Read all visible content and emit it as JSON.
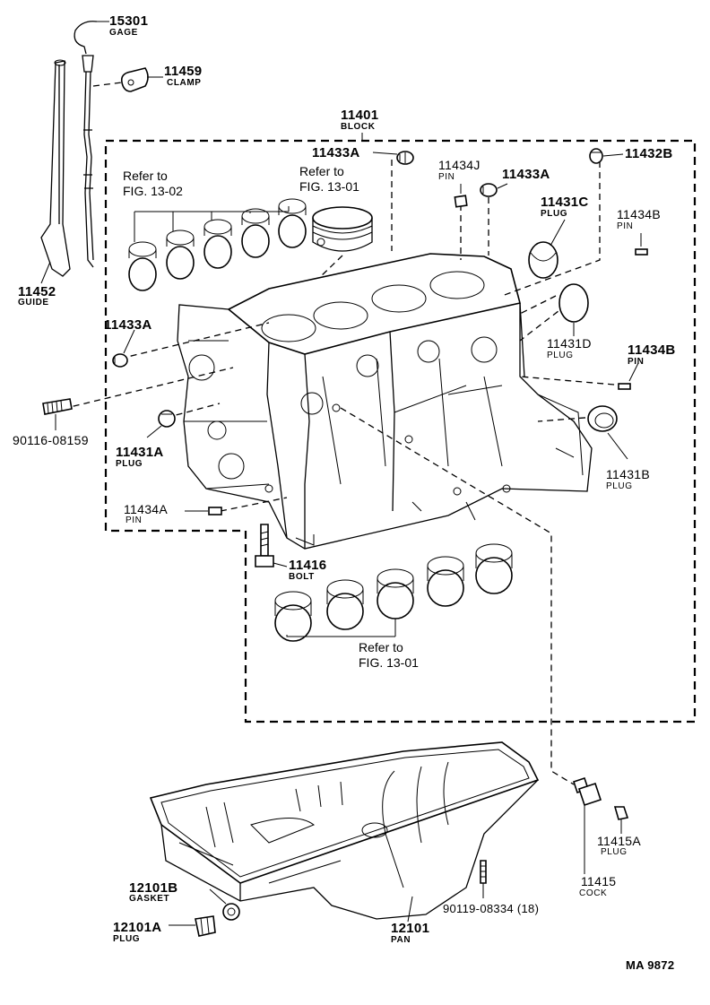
{
  "parts": {
    "p15301": {
      "num": "15301",
      "name": "GAGE"
    },
    "p11459": {
      "num": "11459",
      "name": "CLAMP"
    },
    "p11401": {
      "num": "11401",
      "name": "BLOCK"
    },
    "p11433A_top": {
      "num": "11433A"
    },
    "p11432B": {
      "num": "11432B"
    },
    "p11434J": {
      "num": "11434J",
      "name": "PIN"
    },
    "p11433A_mid": {
      "num": "11433A"
    },
    "p11431C": {
      "num": "11431C",
      "name": "PLUG"
    },
    "p11434B_top": {
      "num": "11434B",
      "name": "PIN"
    },
    "p11452": {
      "num": "11452",
      "name": "GUIDE"
    },
    "p11433A_left": {
      "num": "11433A"
    },
    "p11431D": {
      "num": "11431D",
      "name": "PLUG"
    },
    "p11434B_mid": {
      "num": "11434B",
      "name": "PIN"
    },
    "p90116": {
      "num": "90116-08159"
    },
    "p11431A": {
      "num": "11431A",
      "name": "PLUG"
    },
    "p11431B": {
      "num": "11431B",
      "name": "PLUG"
    },
    "p11434A": {
      "num": "11434A",
      "name": "PIN"
    },
    "p11416": {
      "num": "11416",
      "name": "BOLT"
    },
    "p11415A": {
      "num": "11415A",
      "name": "PLUG"
    },
    "p11415": {
      "num": "11415",
      "name": "COCK"
    },
    "p12101B": {
      "num": "12101B",
      "name": "GASKET"
    },
    "p12101A": {
      "num": "12101A",
      "name": "PLUG"
    },
    "p12101": {
      "num": "12101",
      "name": "PAN"
    },
    "p90119": {
      "num": "90119-08334 (18)"
    }
  },
  "refs": {
    "ref_fig1302": {
      "line1": "Refer to",
      "line2": "FIG. 13-02"
    },
    "ref_fig1301_top": {
      "line1": "Refer to",
      "line2": "FIG. 13-01"
    },
    "ref_fig1301_bottom": {
      "line1": "Refer to",
      "line2": "FIG. 13-01"
    }
  },
  "drawing_code": "MA  9872"
}
